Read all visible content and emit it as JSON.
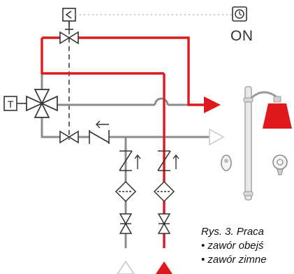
{
  "diagram": {
    "timer_label": "ON",
    "thermostat_label": "T",
    "caption_title": "Rys. 3. Praca",
    "caption_lines": [
      "• zawór obejś",
      "• zawór zimne"
    ]
  },
  "colors": {
    "hot": "#e0191c",
    "cold": "#8c8c8c",
    "line": "#3a3a3a",
    "outline": "#c8c8c8"
  }
}
